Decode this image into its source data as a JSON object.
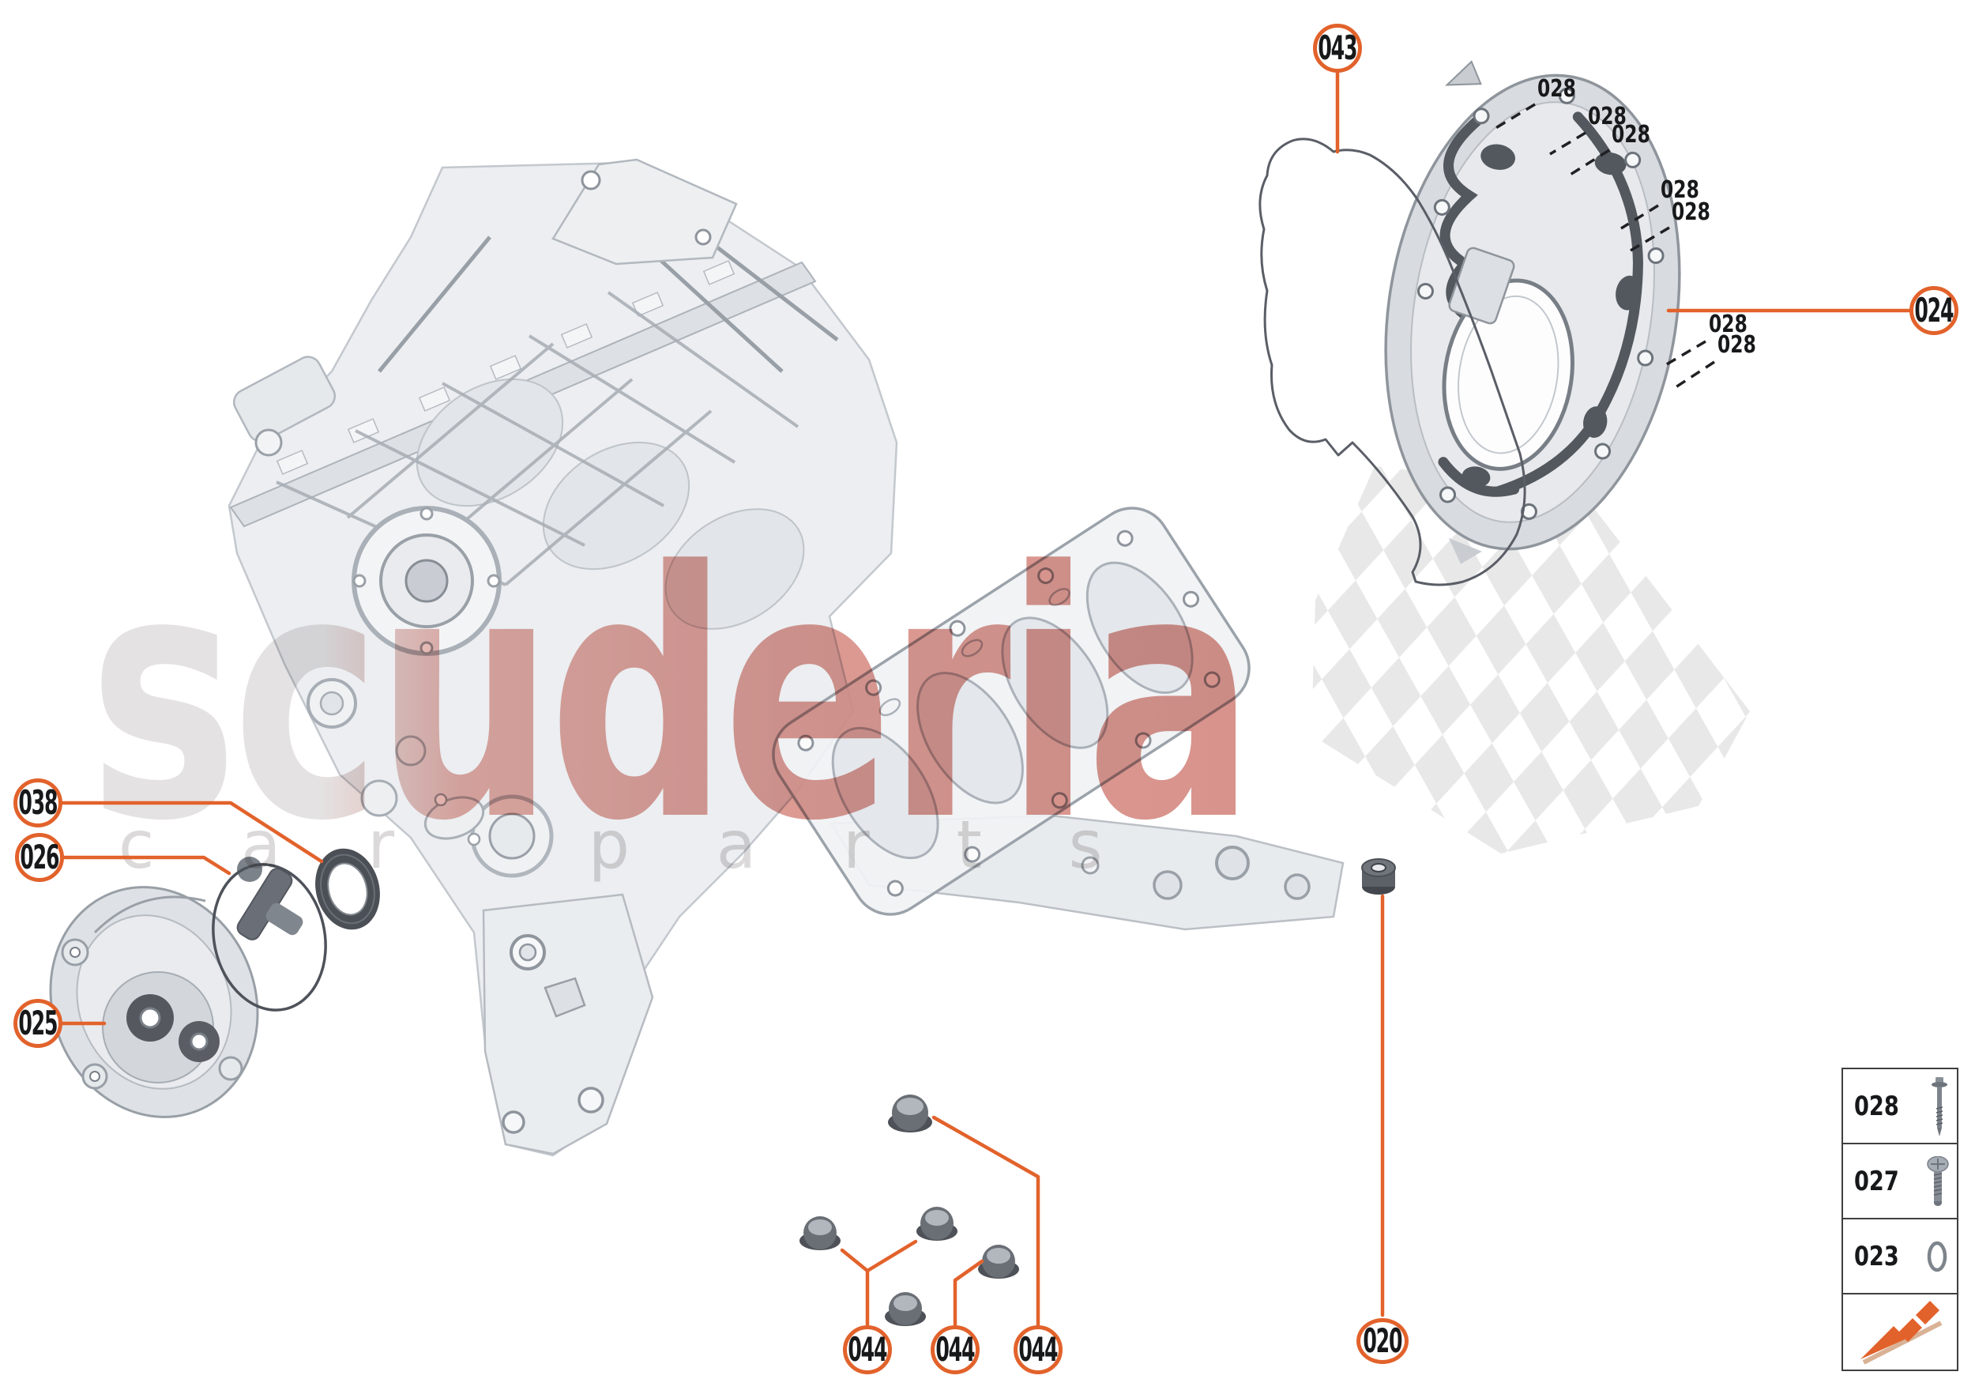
{
  "accent_color": "#E2622B",
  "watermark": {
    "line1": "scuderia",
    "line2": "car parts"
  },
  "callouts": [
    {
      "id": "043",
      "label": "043"
    },
    {
      "id": "024",
      "label": "024"
    },
    {
      "id": "038",
      "label": "038"
    },
    {
      "id": "026",
      "label": "026"
    },
    {
      "id": "025",
      "label": "025"
    },
    {
      "id": "044-left",
      "label": "044"
    },
    {
      "id": "044-middle",
      "label": "044"
    },
    {
      "id": "044-right",
      "label": "044"
    },
    {
      "id": "020",
      "label": "020"
    }
  ],
  "fastener_labels": [
    "028",
    "028",
    "028",
    "028",
    "028",
    "028",
    "028"
  ],
  "legend": {
    "rows": [
      {
        "label": "028",
        "icon": "flange-bolt-icon"
      },
      {
        "label": "027",
        "icon": "pan-head-screw-icon"
      },
      {
        "label": "023",
        "icon": "o-ring-icon"
      },
      {
        "label": "",
        "icon": "brand-arrow-logo"
      }
    ]
  }
}
